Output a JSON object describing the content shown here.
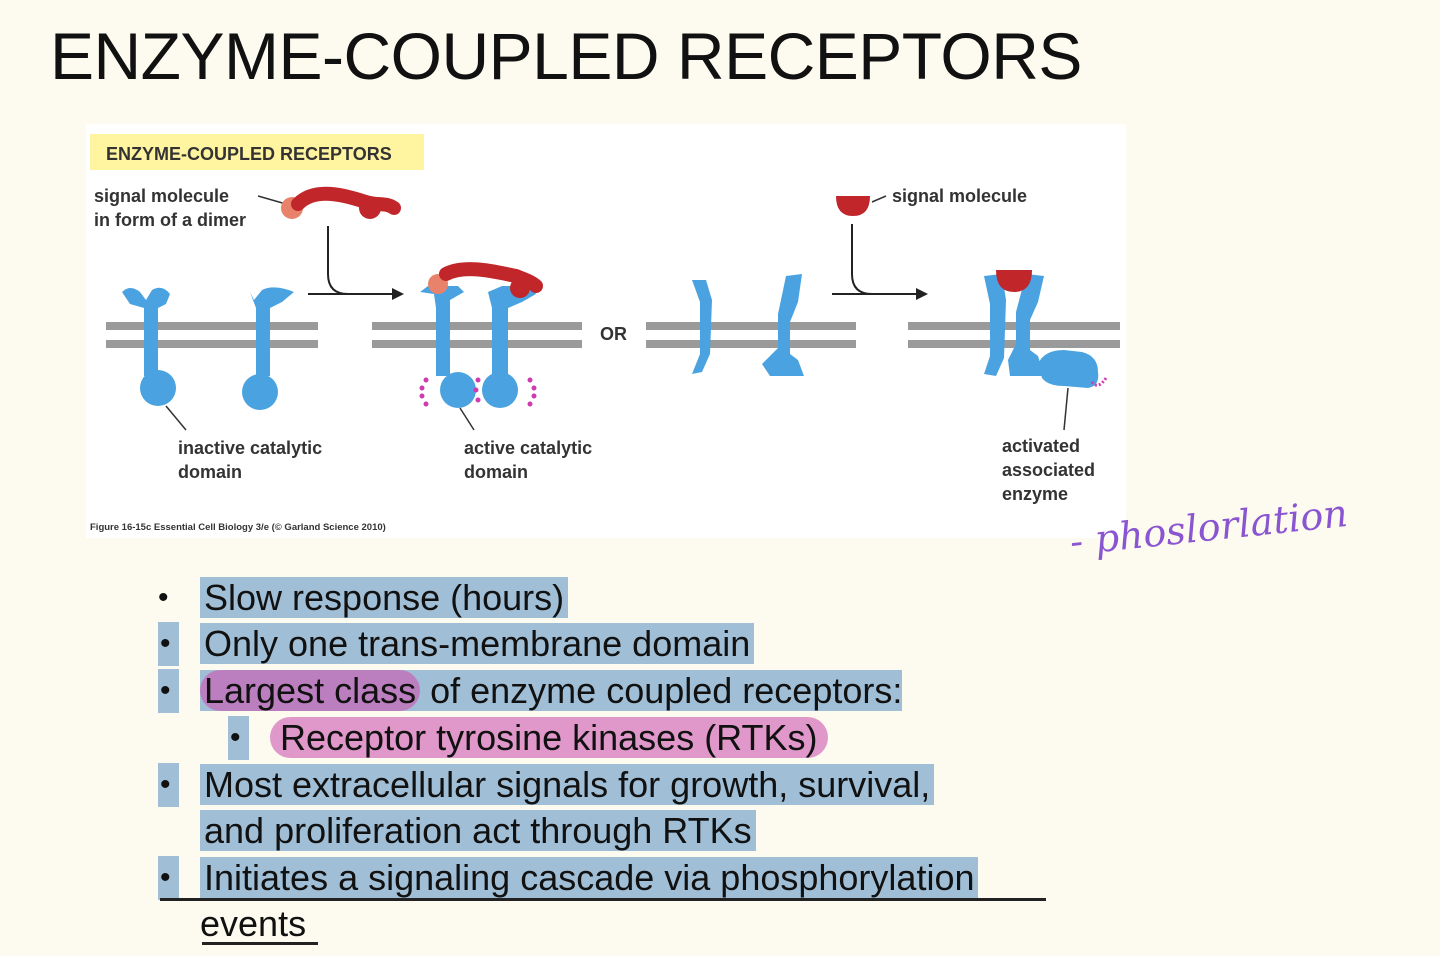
{
  "slide": {
    "title": "ENZYME-COUPLED RECEPTORS"
  },
  "figure": {
    "banner": "ENZYME-COUPLED  RECEPTORS",
    "left_signal_label_line1": "signal molecule",
    "left_signal_label_line2": "in form of a dimer",
    "right_signal_label": "signal molecule",
    "or_label": "OR",
    "inactive_label_line1": "inactive catalytic",
    "inactive_label_line2": "domain",
    "active_label_line1": "active catalytic",
    "active_label_line2": "domain",
    "activated_label_line1": "activated",
    "activated_label_line2": "associated",
    "activated_label_line3": "enzyme",
    "caption": "Figure 16-15c  Essential Cell Biology 3/e (© Garland Science 2010)"
  },
  "handwritten_note": "- phoslorlation",
  "bullets": [
    {
      "text": "Slow response (hours)"
    },
    {
      "text": "Only one trans-membrane domain"
    },
    {
      "text_a": "Largest class",
      "text_b": " of enzyme coupled receptors:"
    },
    {
      "text": "Receptor tyrosine kinases (RTKs)"
    },
    {
      "line1": "Most extracellular signals for growth, survival,",
      "line2": "and proliferation act through RTKs"
    },
    {
      "line1": "Initiates a signaling cascade via phosphorylation",
      "line2": "events"
    }
  ],
  "bullet_glyph": "•",
  "colors": {
    "receptor_blue": "#4aa3e0",
    "signal_red": "#c0262a",
    "membrane_gray": "#9a9a9a",
    "banner_yellow": "#fff4a0",
    "highlight_blue": "#78a5cd",
    "highlight_pink": "#cd55af",
    "ink_purple": "#8a55d0"
  }
}
